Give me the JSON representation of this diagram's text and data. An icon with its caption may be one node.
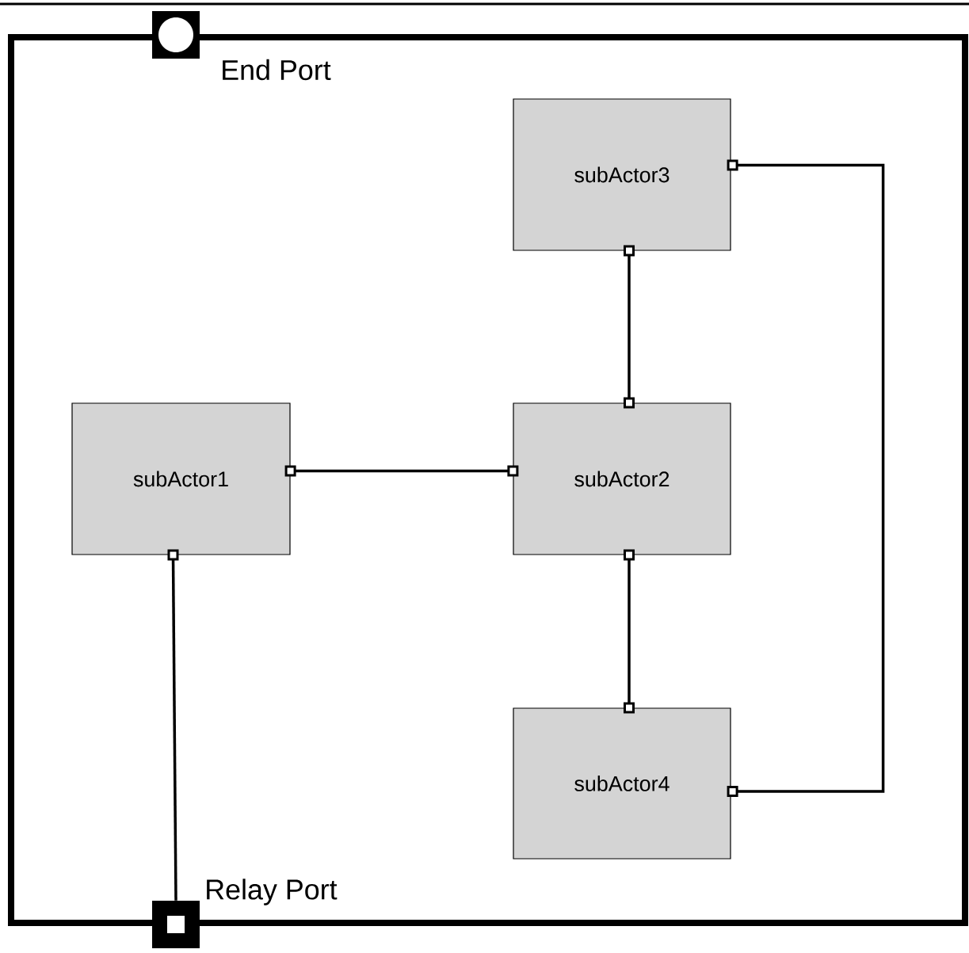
{
  "diagram": {
    "nodes": [
      {
        "text": [],
        "shape": "box"
      },
      {
        "text": [
          "End Port"
        ]
      },
      {
        "text": [
          "subActor3"
        ],
        "in": 0
      },
      {
        "text": [
          "subActor1"
        ],
        "in": 0
      },
      {
        "text": [
          "subActor2"
        ],
        "in": 0
      },
      {
        "text": [
          "subActor4"
        ],
        "in": 0
      },
      {
        "text": [
          "Relay Port"
        ]
      }
    ],
    "edges": [
      {
        "from": 3,
        "to": 4,
        "arrow": "other"
      },
      {
        "from": 4,
        "to": 2,
        "arrow": "other"
      },
      {
        "from": 4,
        "to": 5,
        "arrow": "other"
      },
      {
        "from": 2,
        "to": 5,
        "arrow": "other"
      },
      {
        "from": 3,
        "to": 6,
        "arrow": "other"
      }
    ]
  }
}
